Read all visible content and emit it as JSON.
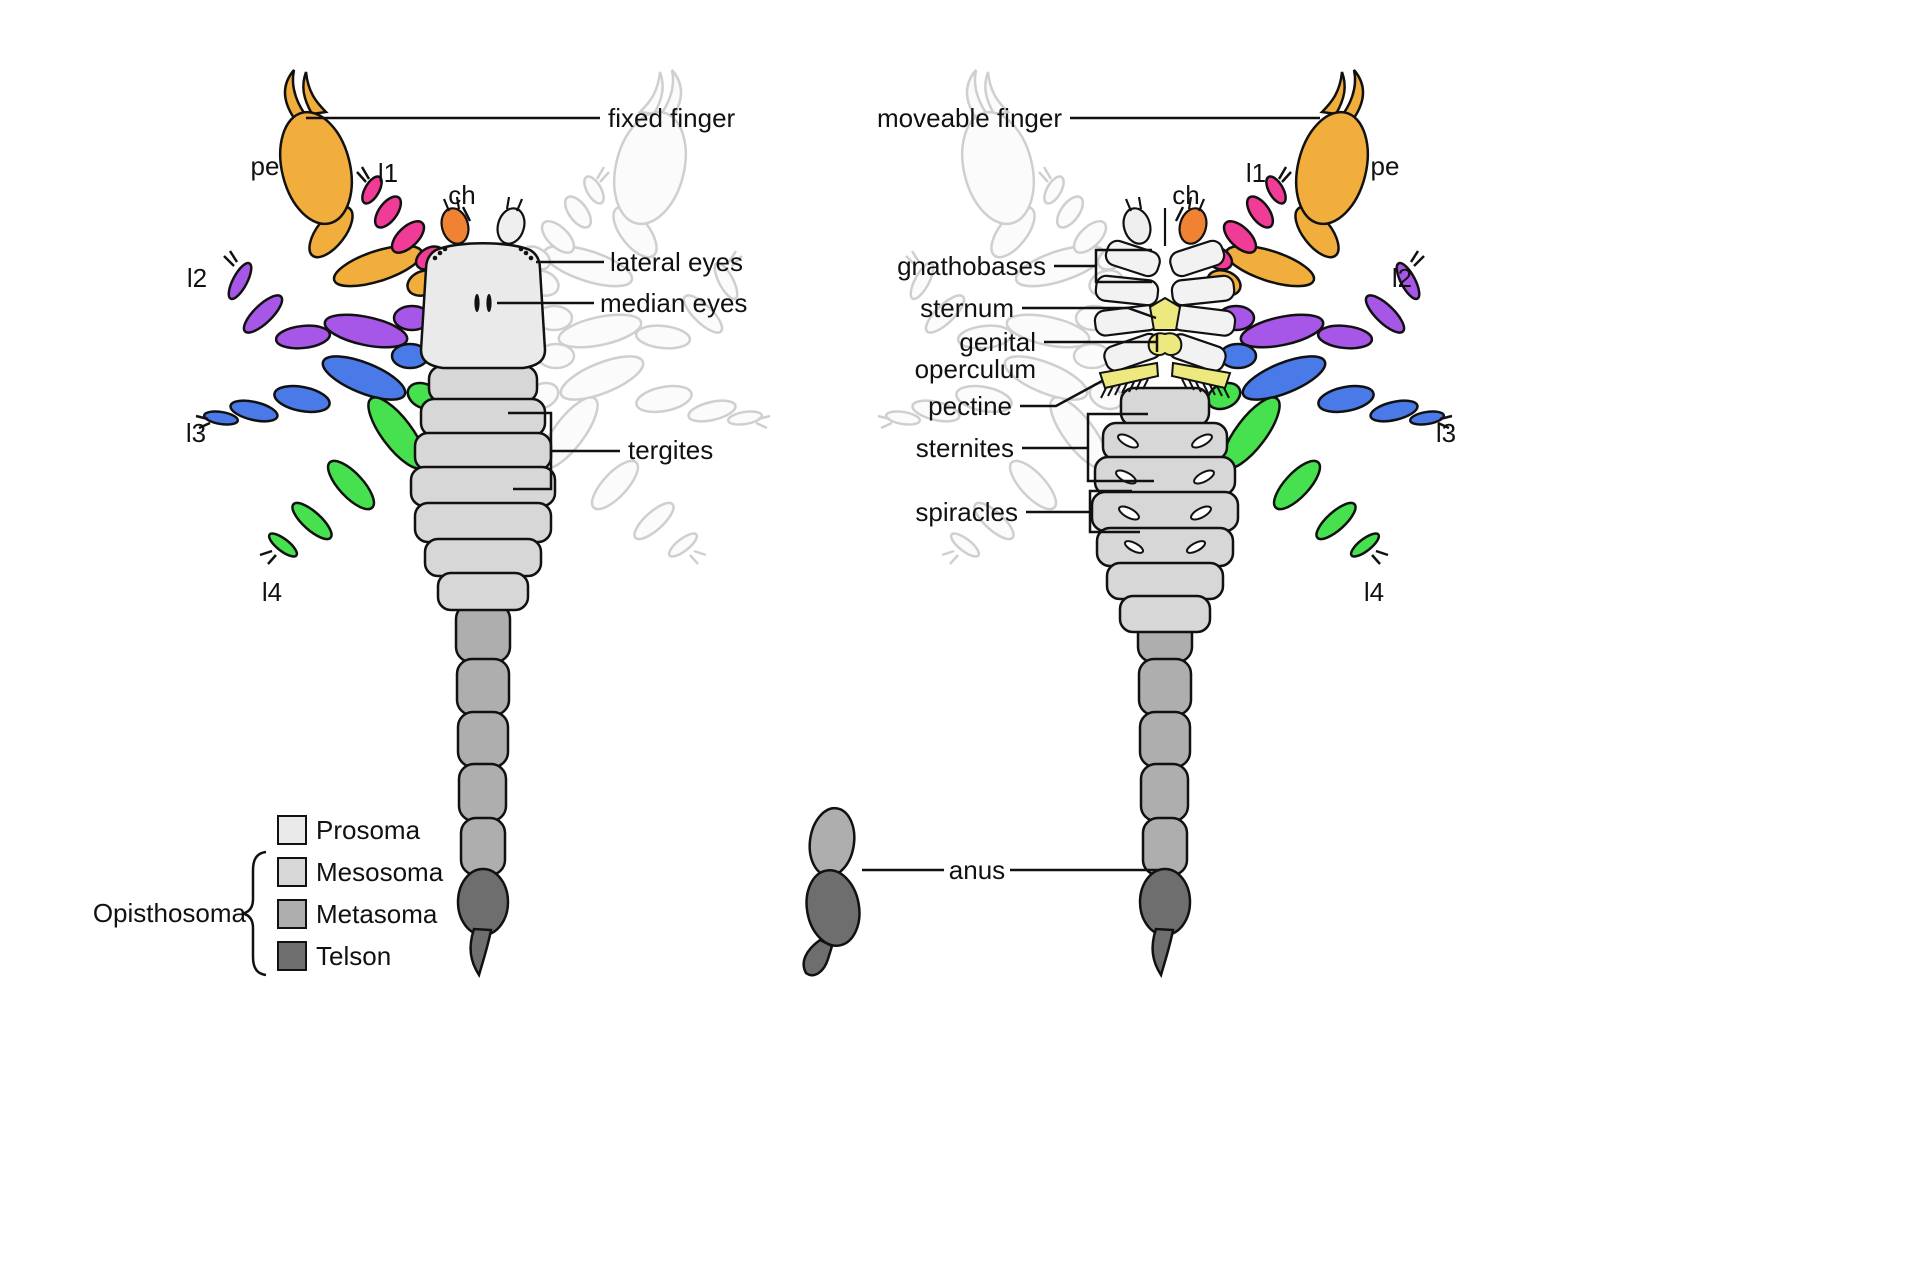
{
  "colors": {
    "pedipalp": "#F2AE3C",
    "leg1": "#F03C96",
    "leg2": "#A757E8",
    "leg3": "#4A79E8",
    "leg4": "#47E04F",
    "chelicera": "#F08233",
    "prosoma": "#EAEAEA",
    "mesosoma": "#D7D7D7",
    "metasoma": "#AEAEAE",
    "telson": "#6E6E6E",
    "coxa": "#F2F2F2",
    "pectine_yellow": "#EDE97E"
  },
  "dorsal_view": {
    "labels": {
      "fixed_finger": "fixed finger",
      "pe": "pe",
      "l1": "l1",
      "ch": "ch",
      "lateral_eyes": "lateral eyes",
      "median_eyes": "median eyes",
      "l2": "l2",
      "l3": "l3",
      "l4": "l4",
      "tergites": "tergites"
    }
  },
  "ventral_view": {
    "labels": {
      "moveable_finger": "moveable finger",
      "ch": "ch",
      "pe": "pe",
      "l1": "l1",
      "l2": "l2",
      "l3": "l3",
      "l4": "l4",
      "gnathobases": "gnathobases",
      "sternum": "sternum",
      "genital": "genital",
      "operculum": "operculum",
      "pectine": "pectine",
      "sternites": "sternites",
      "spiracles": "spiracles",
      "anus": "anus"
    }
  },
  "legend": {
    "opisthosoma": "Opisthosoma",
    "items": [
      {
        "label": "Prosoma",
        "color": "#EAEAEA"
      },
      {
        "label": "Mesosoma",
        "color": "#D7D7D7"
      },
      {
        "label": "Metasoma",
        "color": "#AEAEAE"
      },
      {
        "label": "Telson",
        "color": "#6E6E6E"
      }
    ]
  }
}
